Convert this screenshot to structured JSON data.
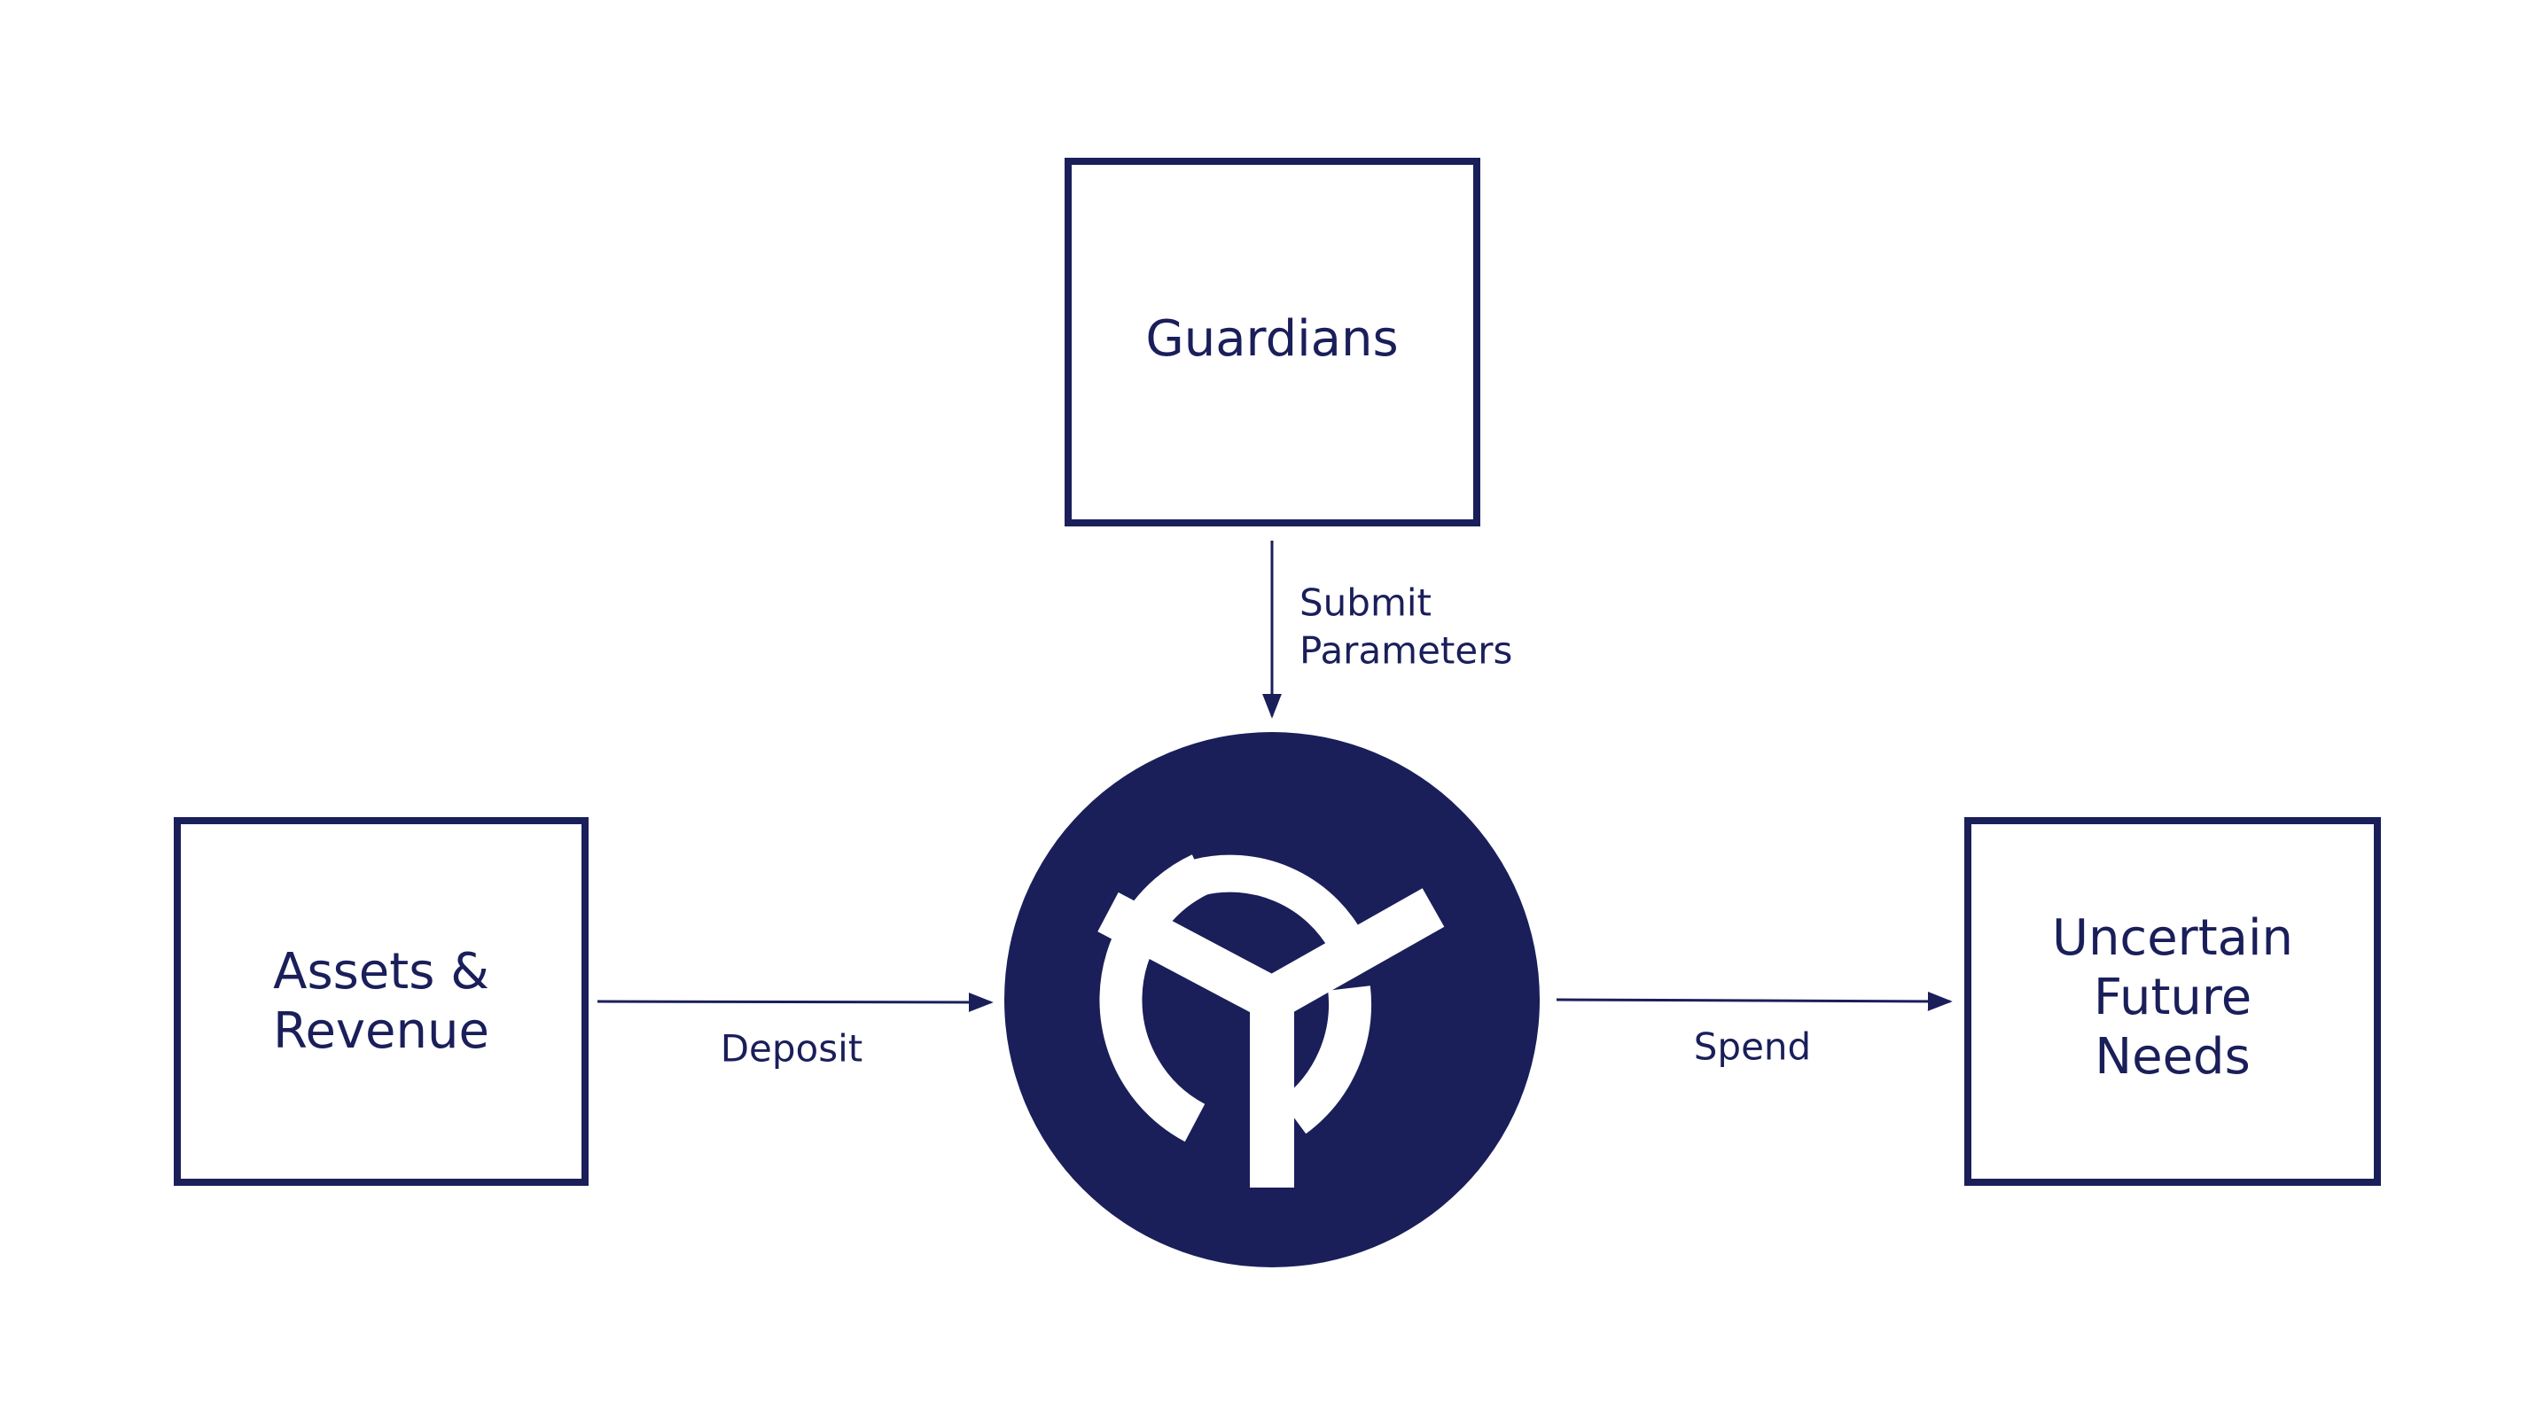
{
  "colors": {
    "primary": "#1a1f5a",
    "background": "#ffffff",
    "logo_mark": "#ffffff"
  },
  "nodes": {
    "guardians": {
      "label": "Guardians"
    },
    "assets": {
      "label_line1": "Assets &",
      "label_line2": "Revenue"
    },
    "needs": {
      "label_line1": "Uncertain",
      "label_line2": "Future",
      "label_line3": "Needs"
    },
    "vault": {
      "icon": "vault-logo-icon"
    }
  },
  "edges": {
    "submit": {
      "label_line1": "Submit",
      "label_line2": "Parameters"
    },
    "deposit": {
      "label": "Deposit"
    },
    "spend": {
      "label": "Spend"
    }
  }
}
